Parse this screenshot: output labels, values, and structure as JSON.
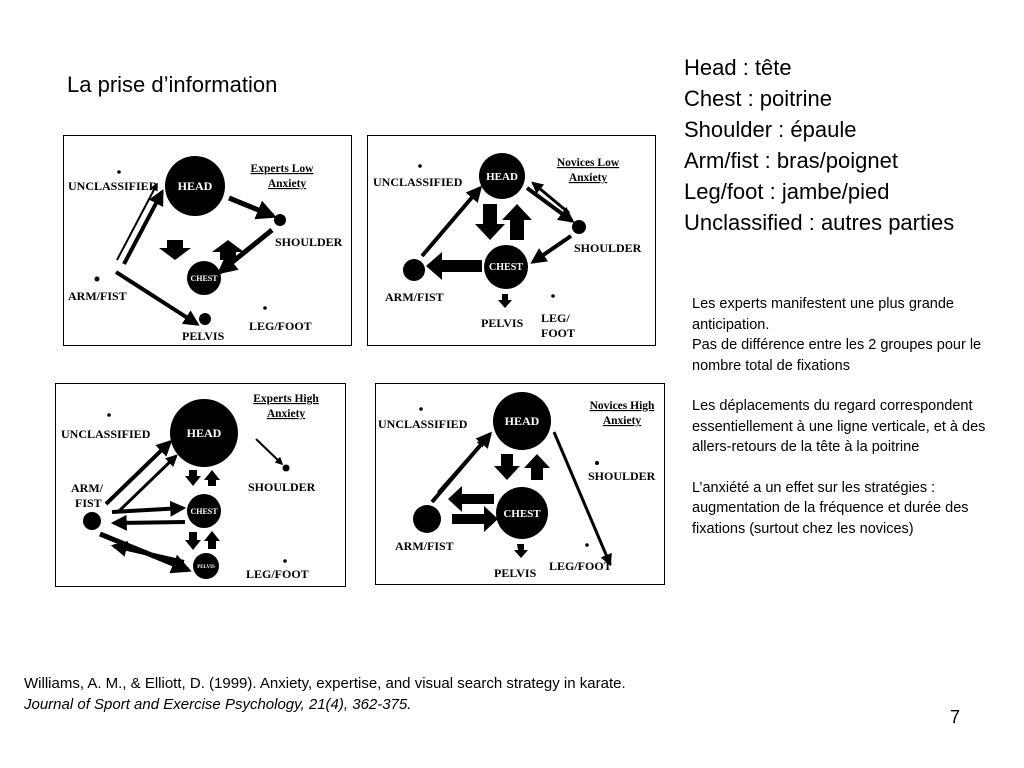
{
  "slide": {
    "title": "La prise d’information",
    "page_number": "7"
  },
  "legend": [
    "Head : tête",
    "Chest : poitrine",
    "Shoulder : épaule",
    "Arm/fist : bras/poignet",
    "Leg/foot : jambe/pied",
    "Unclassified : autres parties"
  ],
  "notes": [
    "Les experts manifestent une plus grande anticipation.\nPas de différence entre les 2 groupes pour le nombre total de fixations",
    "Les déplacements du regard correspondent essentiellement à une ligne verticale, et à des allers-retours de la tête à la poitrine",
    "L’anxiété a un effet sur les stratégies : augmentation de la fréquence et durée des fixations (surtout chez les novices)"
  ],
  "reference": {
    "authors": "Williams, A. M., & Elliott, D. (1999). Anxiety, expertise, and visual search strategy in karate. ",
    "journal": "Journal of Sport and Exercise Psychology, 21(4), 362-375."
  },
  "diagrams": {
    "experts_low": {
      "title_line1": "Experts Low",
      "title_line2": "Anxiety",
      "unclassified": "UNCLASSIFIED",
      "head": "HEAD",
      "shoulder": "SHOULDER",
      "chest": "CHEST",
      "arm": "ARM/FIST",
      "leg": "LEG/FOOT",
      "pelvis": "PELVIS"
    },
    "novices_low": {
      "title_line1": "Novices Low",
      "title_line2": "Anxiety",
      "unclassified": "UNCLASSIFIED",
      "head": "HEAD",
      "shoulder": "SHOULDER",
      "chest": "CHEST",
      "arm": "ARM/FIST",
      "pelvis": "PELVIS",
      "leg_line1": "LEG/",
      "leg_line2": "FOOT"
    },
    "experts_high": {
      "title_line1": "Experts High",
      "title_line2": "Anxiety",
      "unclassified": "UNCLASSIFIED",
      "head": "HEAD",
      "shoulder": "SHOULDER",
      "chest": "CHEST",
      "arm_line1": "ARM/",
      "arm_line2": "FIST",
      "pelvis": "PELVIS",
      "leg": "LEG/FOOT"
    },
    "novices_high": {
      "title_line1": "Novices High",
      "title_line2": "Anxiety",
      "unclassified": "UNCLASSIFIED",
      "head": "HEAD",
      "shoulder": "SHOULDER",
      "chest": "CHEST",
      "arm": "ARM/FIST",
      "pelvis": "PELVIS",
      "leg": "LEG/FOOT"
    }
  }
}
